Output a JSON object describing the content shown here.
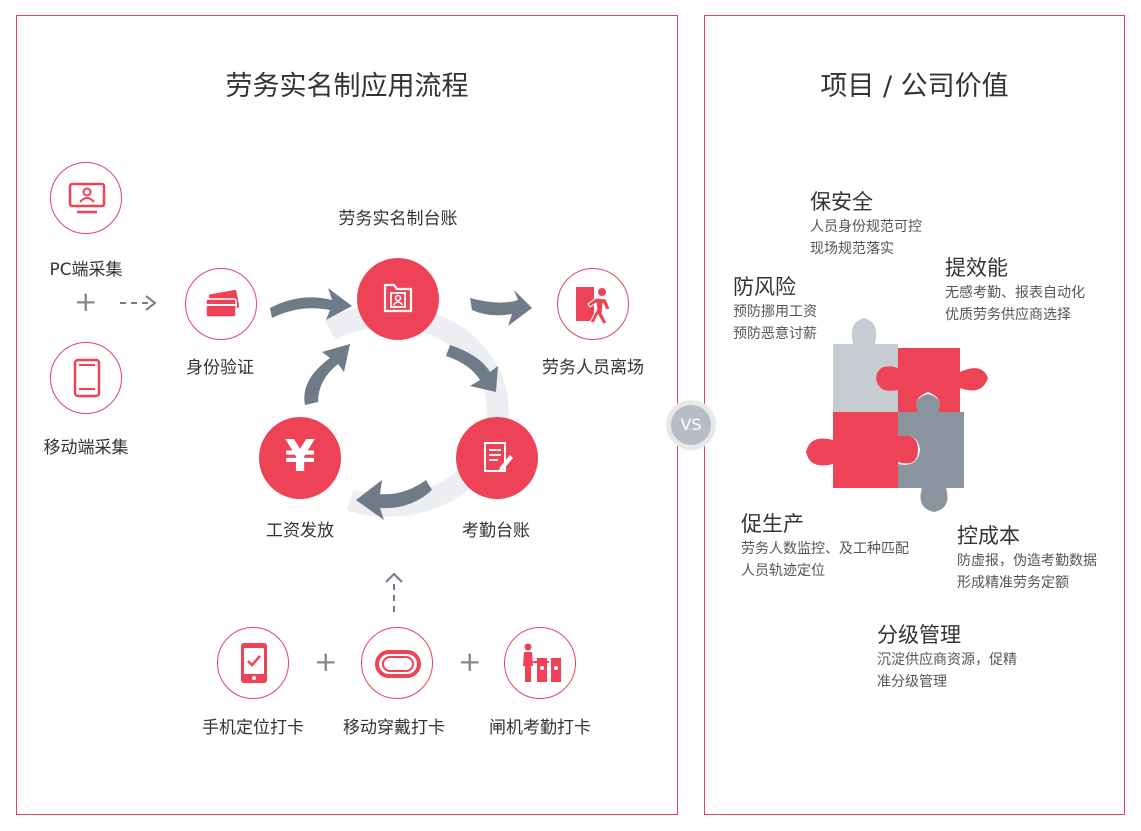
{
  "left": {
    "title": "劳务实名制应用流程",
    "ledger_label": "劳务实名制台账",
    "pc_label": "PC端采集",
    "mobile_label": "移动端采集",
    "id_label": "身份验证",
    "exit_label": "劳务人员离场",
    "attendance_label": "考勤台账",
    "salary_label": "工资发放",
    "salary_symbol": "¥",
    "plus": "+",
    "methods": [
      "手机定位打卡",
      "移动穿戴打卡",
      "闸机考勤打卡"
    ]
  },
  "vs": "VS",
  "right": {
    "title": "项目 / 公司价值",
    "values": [
      {
        "title": "保安全",
        "lines": [
          "人员身份规范可控",
          "现场规范落实"
        ]
      },
      {
        "title": "提效能",
        "lines": [
          "无感考勤、报表自动化",
          "优质劳务供应商选择"
        ]
      },
      {
        "title": "防风险",
        "lines": [
          "预防挪用工资",
          "预防恶意讨薪"
        ]
      },
      {
        "title": "促生产",
        "lines": [
          "劳务人数监控、及工种匹配",
          "人员轨迹定位"
        ]
      },
      {
        "title": "控成本",
        "lines": [
          "防虚报，伪造考勤数据",
          "形成精准劳务定额"
        ]
      },
      {
        "title": "分级管理",
        "lines": [
          "沉淀供应商资源，促精",
          "准分级管理"
        ]
      }
    ]
  },
  "colors": {
    "accent": "#ee4256",
    "gray": "#6f7b89",
    "light_gray": "#c7ccd3",
    "border": "#e0475a"
  }
}
